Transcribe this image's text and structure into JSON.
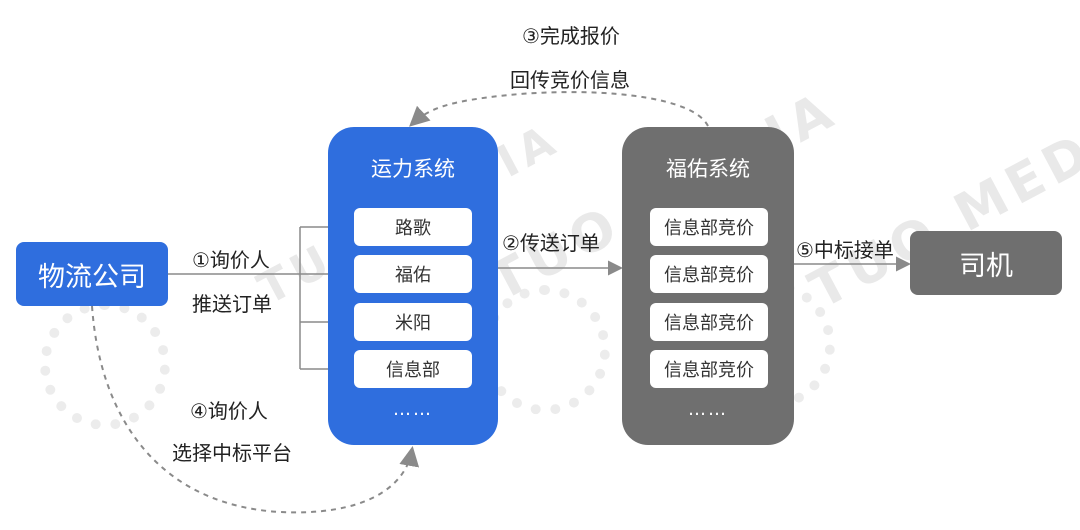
{
  "watermark": {
    "text1": "TUO MEDIA",
    "text2": "TUO MEDIA",
    "text3": "TUO MEDIA"
  },
  "nodes": {
    "company": "物流公司",
    "driver": "司机",
    "capacity_system": {
      "title": "运力系统",
      "items": [
        "路歌",
        "福佑",
        "米阳",
        "信息部"
      ],
      "ellipsis": "……"
    },
    "fuyou_system": {
      "title": "福佑系统",
      "items": [
        "信息部竞价",
        "信息部竞价",
        "信息部竞价",
        "信息部竞价"
      ],
      "ellipsis": "……"
    }
  },
  "steps": {
    "step1_line1": "①询价人",
    "step1_line2": "推送订单",
    "step2": "②传送订单",
    "step3_line1": "③完成报价",
    "step3_line2": "回传竞价信息",
    "step4_line1": "④询价人",
    "step4_line2": "选择中标平台",
    "step5": "⑤中标接单"
  },
  "colors": {
    "blue": "#2f6ede",
    "gray": "#6f6f6f",
    "arrow": "#8a8a8a"
  }
}
